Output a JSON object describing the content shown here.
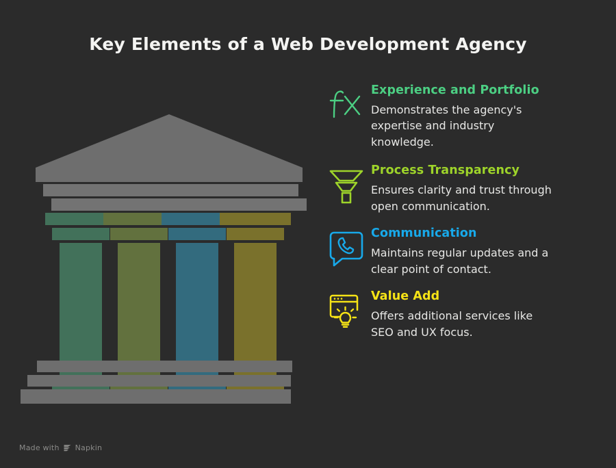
{
  "page": {
    "title": "Key Elements of a Web Development Agency",
    "background_color": "#2b2b2b",
    "title_color": "#f4f4f2",
    "body_text_color": "#e7e7e5"
  },
  "illustration": {
    "name": "greek-temple-four-pillars",
    "structure_color": "#6e6e6e",
    "pillars": [
      {
        "label": "pillar-1",
        "color": "#42715a"
      },
      {
        "label": "pillar-2",
        "color": "#62713e"
      },
      {
        "label": "pillar-3",
        "color": "#336b7e"
      },
      {
        "label": "pillar-4",
        "color": "#7a712c"
      }
    ]
  },
  "items": [
    {
      "icon": "fx-function-icon",
      "heading": "Experience and Portfolio",
      "description": "Demonstrates the agency's expertise and industry knowledge.",
      "color": "#4ccf83"
    },
    {
      "icon": "funnel-icon",
      "heading": "Process Transparency",
      "description": "Ensures clarity and trust through open communication.",
      "color": "#9ed42a"
    },
    {
      "icon": "phone-chat-bubble-icon",
      "heading": "Communication",
      "description": "Maintains regular updates and a clear point of contact.",
      "color": "#18a9ea"
    },
    {
      "icon": "browser-lightbulb-icon",
      "heading": "Value Add",
      "description": "Offers additional services like SEO and UX focus.",
      "color": "#f6e316"
    }
  ],
  "footer": {
    "made_with_text": "Made with",
    "brand": "Napkin",
    "logo_icon": "napkin-chevron-logo",
    "color": "#8a8a88"
  }
}
